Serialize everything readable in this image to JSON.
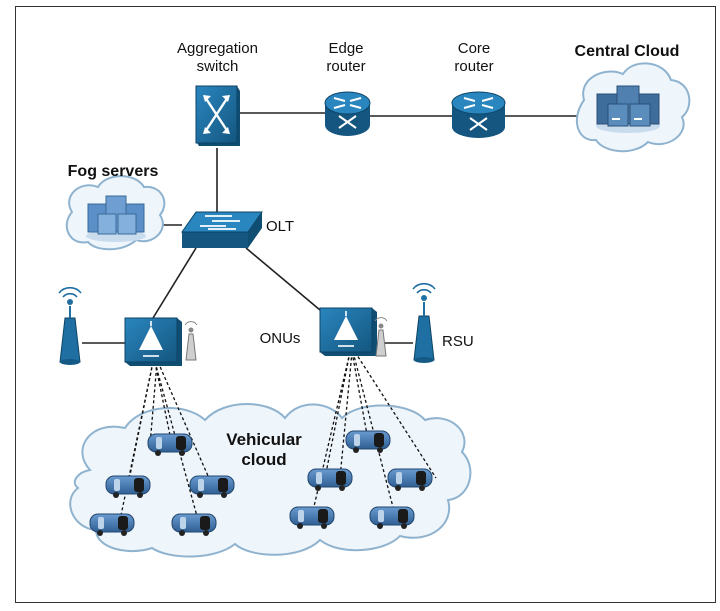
{
  "labels": {
    "aggregation_switch": "Aggregation switch",
    "edge_router": "Edge router",
    "core_router": "Core router",
    "central_cloud": "Central Cloud",
    "fog_servers": "Fog servers",
    "olt": "OLT",
    "onus": "ONUs",
    "rsu": "RSU",
    "vehicular_cloud": "Vehicular cloud"
  },
  "colors": {
    "device_blue": "#1f6fa3",
    "device_dark": "#155a86",
    "cloud_fill": "#eef5fb",
    "cloud_stroke": "#8fb3cf",
    "server_blue": "#3e6d9c",
    "car_body": "#3b6fa8",
    "link": "#222222"
  }
}
